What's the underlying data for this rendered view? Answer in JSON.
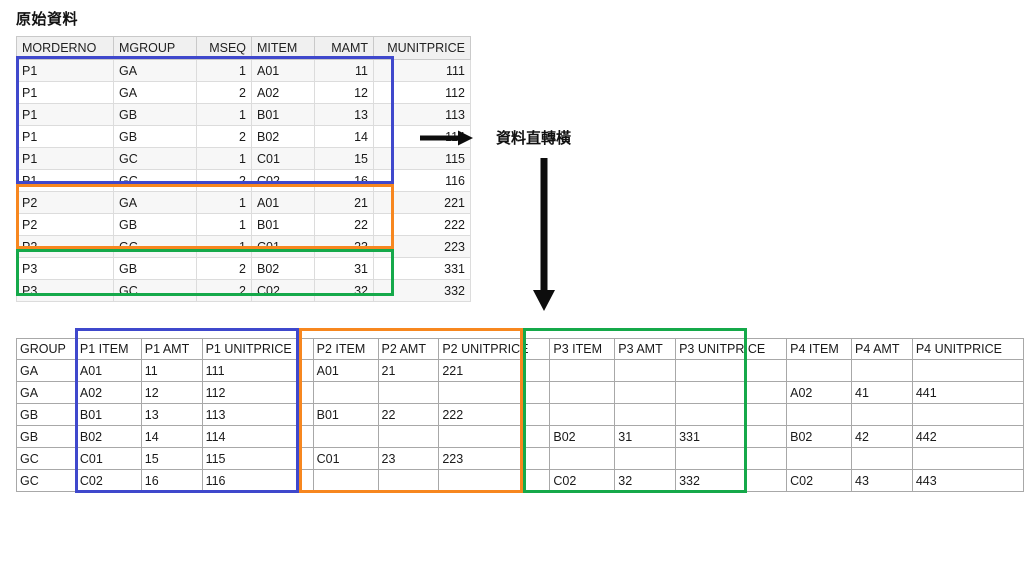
{
  "source": {
    "title": "原始資料",
    "columns": [
      "MORDERNO",
      "MGROUP",
      "MSEQ",
      "MITEM",
      "MAMT",
      "MUNITPRICE"
    ],
    "rows": [
      [
        "P1",
        "GA",
        "1",
        "A01",
        "11",
        "111"
      ],
      [
        "P1",
        "GA",
        "2",
        "A02",
        "12",
        "112"
      ],
      [
        "P1",
        "GB",
        "1",
        "B01",
        "13",
        "113"
      ],
      [
        "P1",
        "GB",
        "2",
        "B02",
        "14",
        "114"
      ],
      [
        "P1",
        "GC",
        "1",
        "C01",
        "15",
        "115"
      ],
      [
        "P1",
        "GC",
        "2",
        "C02",
        "16",
        "116"
      ],
      [
        "P2",
        "GA",
        "1",
        "A01",
        "21",
        "221"
      ],
      [
        "P2",
        "GB",
        "1",
        "B01",
        "22",
        "222"
      ],
      [
        "P2",
        "GC",
        "1",
        "C01",
        "23",
        "223"
      ],
      [
        "P3",
        "GB",
        "2",
        "B02",
        "31",
        "331"
      ],
      [
        "P3",
        "GC",
        "2",
        "C02",
        "32",
        "332"
      ]
    ]
  },
  "transform": {
    "caption": "資料直轉橫",
    "right_arrow": "right-arrow-icon",
    "down_arrow": "down-arrow-icon"
  },
  "pivot": {
    "columns": [
      "GROUP",
      "P1 ITEM",
      "P1 AMT",
      "P1 UNITPRICE",
      "P2 ITEM",
      "P2 AMT",
      "P2 UNITPRICE",
      "P3 ITEM",
      "P3 AMT",
      "P3 UNITPRICE",
      "P4 ITEM",
      "P4 AMT",
      "P4 UNITPRICE"
    ],
    "rows": [
      [
        "GA",
        "A01",
        "11",
        "111",
        "A01",
        "21",
        "221",
        "",
        "",
        "",
        "",
        "",
        ""
      ],
      [
        "GA",
        "A02",
        "12",
        "112",
        "",
        "",
        "",
        "",
        "",
        "",
        "A02",
        "41",
        "441"
      ],
      [
        "GB",
        "B01",
        "13",
        "113",
        "B01",
        "22",
        "222",
        "",
        "",
        "",
        "",
        "",
        ""
      ],
      [
        "GB",
        "B02",
        "14",
        "114",
        "",
        "",
        "",
        "B02",
        "31",
        "331",
        "B02",
        "42",
        "442"
      ],
      [
        "GC",
        "C01",
        "15",
        "115",
        "C01",
        "23",
        "223",
        "",
        "",
        "",
        "",
        "",
        ""
      ],
      [
        "GC",
        "C02",
        "16",
        "116",
        "",
        "",
        "",
        "C02",
        "32",
        "332",
        "C02",
        "43",
        "443"
      ]
    ]
  },
  "highlights": {
    "blue": {
      "color": "#3f48cc",
      "label": "P1 group highlight"
    },
    "orange": {
      "color": "#f7871f",
      "label": "P2 group highlight"
    },
    "green": {
      "color": "#15a94a",
      "label": "P3 group highlight"
    }
  }
}
